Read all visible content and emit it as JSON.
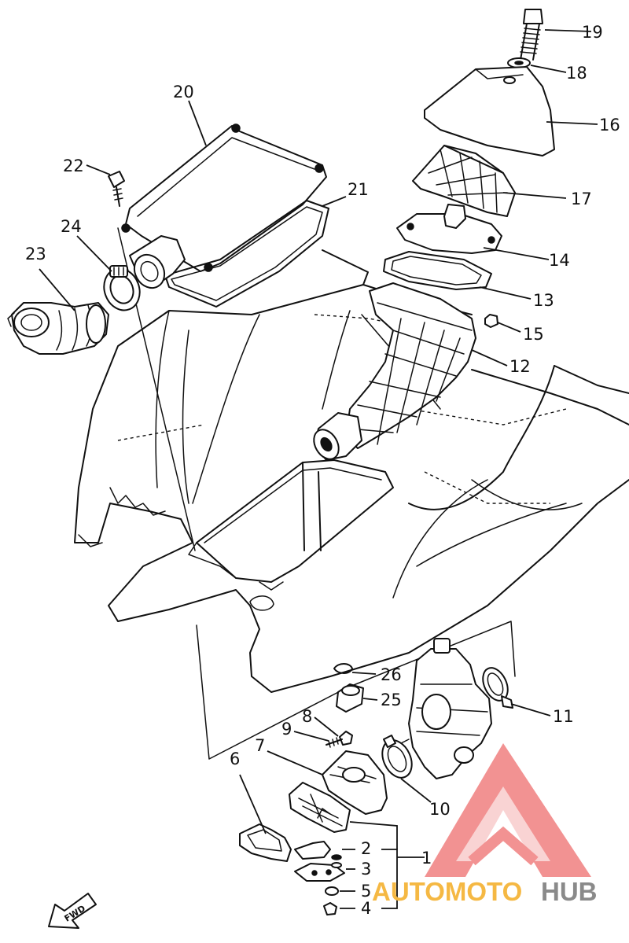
{
  "callouts": [
    {
      "id": "1",
      "label": "1"
    },
    {
      "id": "2",
      "label": "2"
    },
    {
      "id": "3",
      "label": "3"
    },
    {
      "id": "4",
      "label": "4"
    },
    {
      "id": "5",
      "label": "5"
    },
    {
      "id": "6",
      "label": "6"
    },
    {
      "id": "7",
      "label": "7"
    },
    {
      "id": "8",
      "label": "8"
    },
    {
      "id": "9",
      "label": "9"
    },
    {
      "id": "10",
      "label": "10"
    },
    {
      "id": "11",
      "label": "11"
    },
    {
      "id": "12",
      "label": "12"
    },
    {
      "id": "13",
      "label": "13"
    },
    {
      "id": "14",
      "label": "14"
    },
    {
      "id": "15",
      "label": "15"
    },
    {
      "id": "16",
      "label": "16"
    },
    {
      "id": "17",
      "label": "17"
    },
    {
      "id": "18",
      "label": "18"
    },
    {
      "id": "19",
      "label": "19"
    },
    {
      "id": "20",
      "label": "20"
    },
    {
      "id": "21",
      "label": "21"
    },
    {
      "id": "22",
      "label": "22"
    },
    {
      "id": "23",
      "label": "23"
    },
    {
      "id": "24",
      "label": "24"
    },
    {
      "id": "25",
      "label": "25"
    },
    {
      "id": "26",
      "label": "26"
    }
  ],
  "direction_marker": {
    "label": "FWD",
    "icon": "forward-arrow-icon"
  },
  "watermark": {
    "part1": "AUTOMOTO",
    "part2": "HUB",
    "logo": "triangle-logo-icon",
    "colors": {
      "accent": "#f08080",
      "orange": "#f5b843",
      "gray": "#8a8a8a"
    }
  }
}
